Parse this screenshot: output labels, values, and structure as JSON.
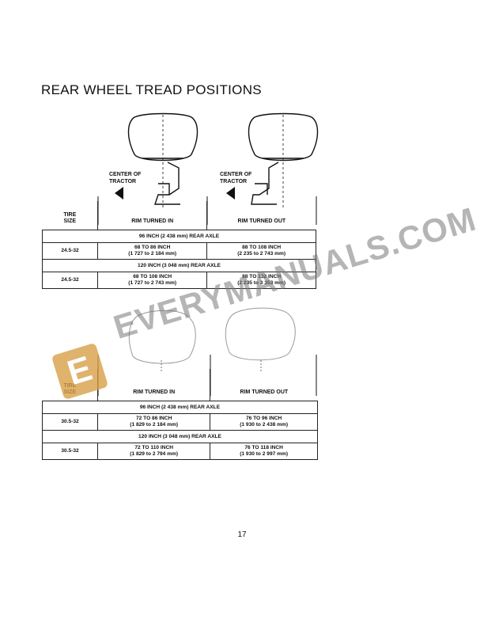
{
  "page_title": "REAR WHEEL TREAD POSITIONS",
  "labels": {
    "center_of_tractor": "CENTER OF\nTRACTOR"
  },
  "tables": [
    {
      "headers": {
        "size": "TIRE\nSIZE",
        "in": "RIM TURNED IN",
        "out": "RIM TURNED OUT"
      },
      "sections": [
        {
          "axle": "96 INCH (2 438 mm) REAR AXLE",
          "size": "24.5-32",
          "in_1": "68 TO 86 INCH",
          "in_2": "(1 727 to 2 184 mm)",
          "out_1": "88 TO 108 INCH",
          "out_2": "(2 235 to 2 743 mm)"
        },
        {
          "axle": "120 INCH (3 048 mm) REAR AXLE",
          "size": "24.5-32",
          "in_1": "68 TO 108 INCH",
          "in_2": "(1 727 to 2 743 mm)",
          "out_1": "88 TO 132 INCH",
          "out_2": "(2 235 to 3 353 mm)"
        }
      ]
    },
    {
      "headers": {
        "size": "TIRE\nSIZE",
        "in": "RIM TURNED IN",
        "out": "RIM TURNED OUT"
      },
      "sections": [
        {
          "axle": "96 INCH (2 438 mm) REAR AXLE",
          "size": "30.5-32",
          "in_1": "72 TO 86 INCH",
          "in_2": "(1 829 to 2 184 mm)",
          "out_1": "76 TO 96 INCH",
          "out_2": "(1 930 to 2 438 mm)"
        },
        {
          "axle": "120 INCH (3 048 mm) REAR AXLE",
          "size": "30.5-32",
          "in_1": "72 TO 110 INCH",
          "in_2": "(1 829 to 2 794 mm)",
          "out_1": "76 TO 118 INCH",
          "out_2": "(1 930 to 2 997 mm)"
        }
      ]
    }
  ],
  "watermark": {
    "text": "EVERYMANUALS.COM",
    "badge": "E"
  },
  "page_number": "17"
}
